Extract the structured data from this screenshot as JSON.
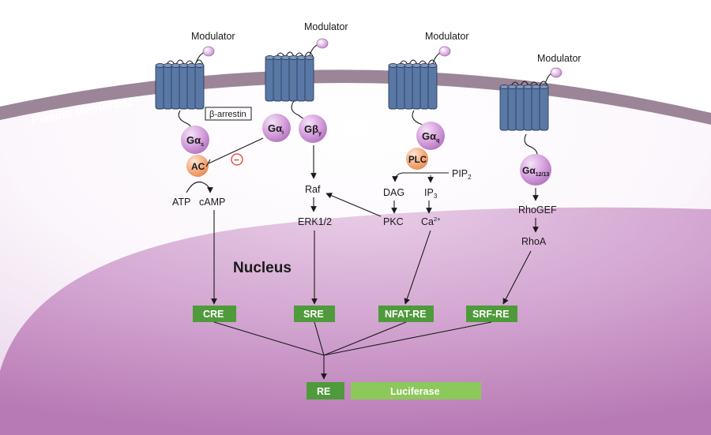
{
  "membrane_label": "Plasma Membrane",
  "nucleus_label": "Nucleus",
  "modulator_label": "Modulator",
  "beta_arrestin": "β-arrestin",
  "g_proteins": {
    "gas": {
      "base": "Gα",
      "sub": "s"
    },
    "gai": {
      "base": "Gα",
      "sub": "i"
    },
    "gbg": {
      "base": "Gβ",
      "sub": "γ"
    },
    "gaq": {
      "base": "Gα",
      "sub": "q"
    },
    "ga1213": {
      "base": "Gα",
      "sub": "12/13"
    }
  },
  "enzymes": {
    "ac": "AC",
    "plc": "PLC"
  },
  "inhibit_symbol": "−",
  "pathway": {
    "atp": "ATP",
    "camp": "cAMP",
    "raf": "Raf",
    "erk": "ERK1/2",
    "pip2": {
      "base": "PIP",
      "sub": "2"
    },
    "dag": "DAG",
    "ip3": {
      "base": "IP",
      "sub": "3"
    },
    "pkc": "PKC",
    "ca": {
      "base": "Ca",
      "sup": "2+"
    },
    "rhogef": "RhoGEF",
    "rhoa": "RhoA"
  },
  "response_elements": {
    "cre": "CRE",
    "sre": "SRE",
    "nfat": "NFAT-RE",
    "srf": "SRF-RE",
    "re": "RE",
    "luciferase": "Luciferase"
  },
  "colors": {
    "membrane": "#9b8597",
    "cytoplasm_edge": "#e6d3e6",
    "nucleus": "#c692c3",
    "g_protein": "#c98ad2",
    "enzyme": "#f1a071",
    "receptor": "#5a78a6",
    "green_box": "#4f9a3a",
    "light_green_box": "#8cc85a"
  }
}
